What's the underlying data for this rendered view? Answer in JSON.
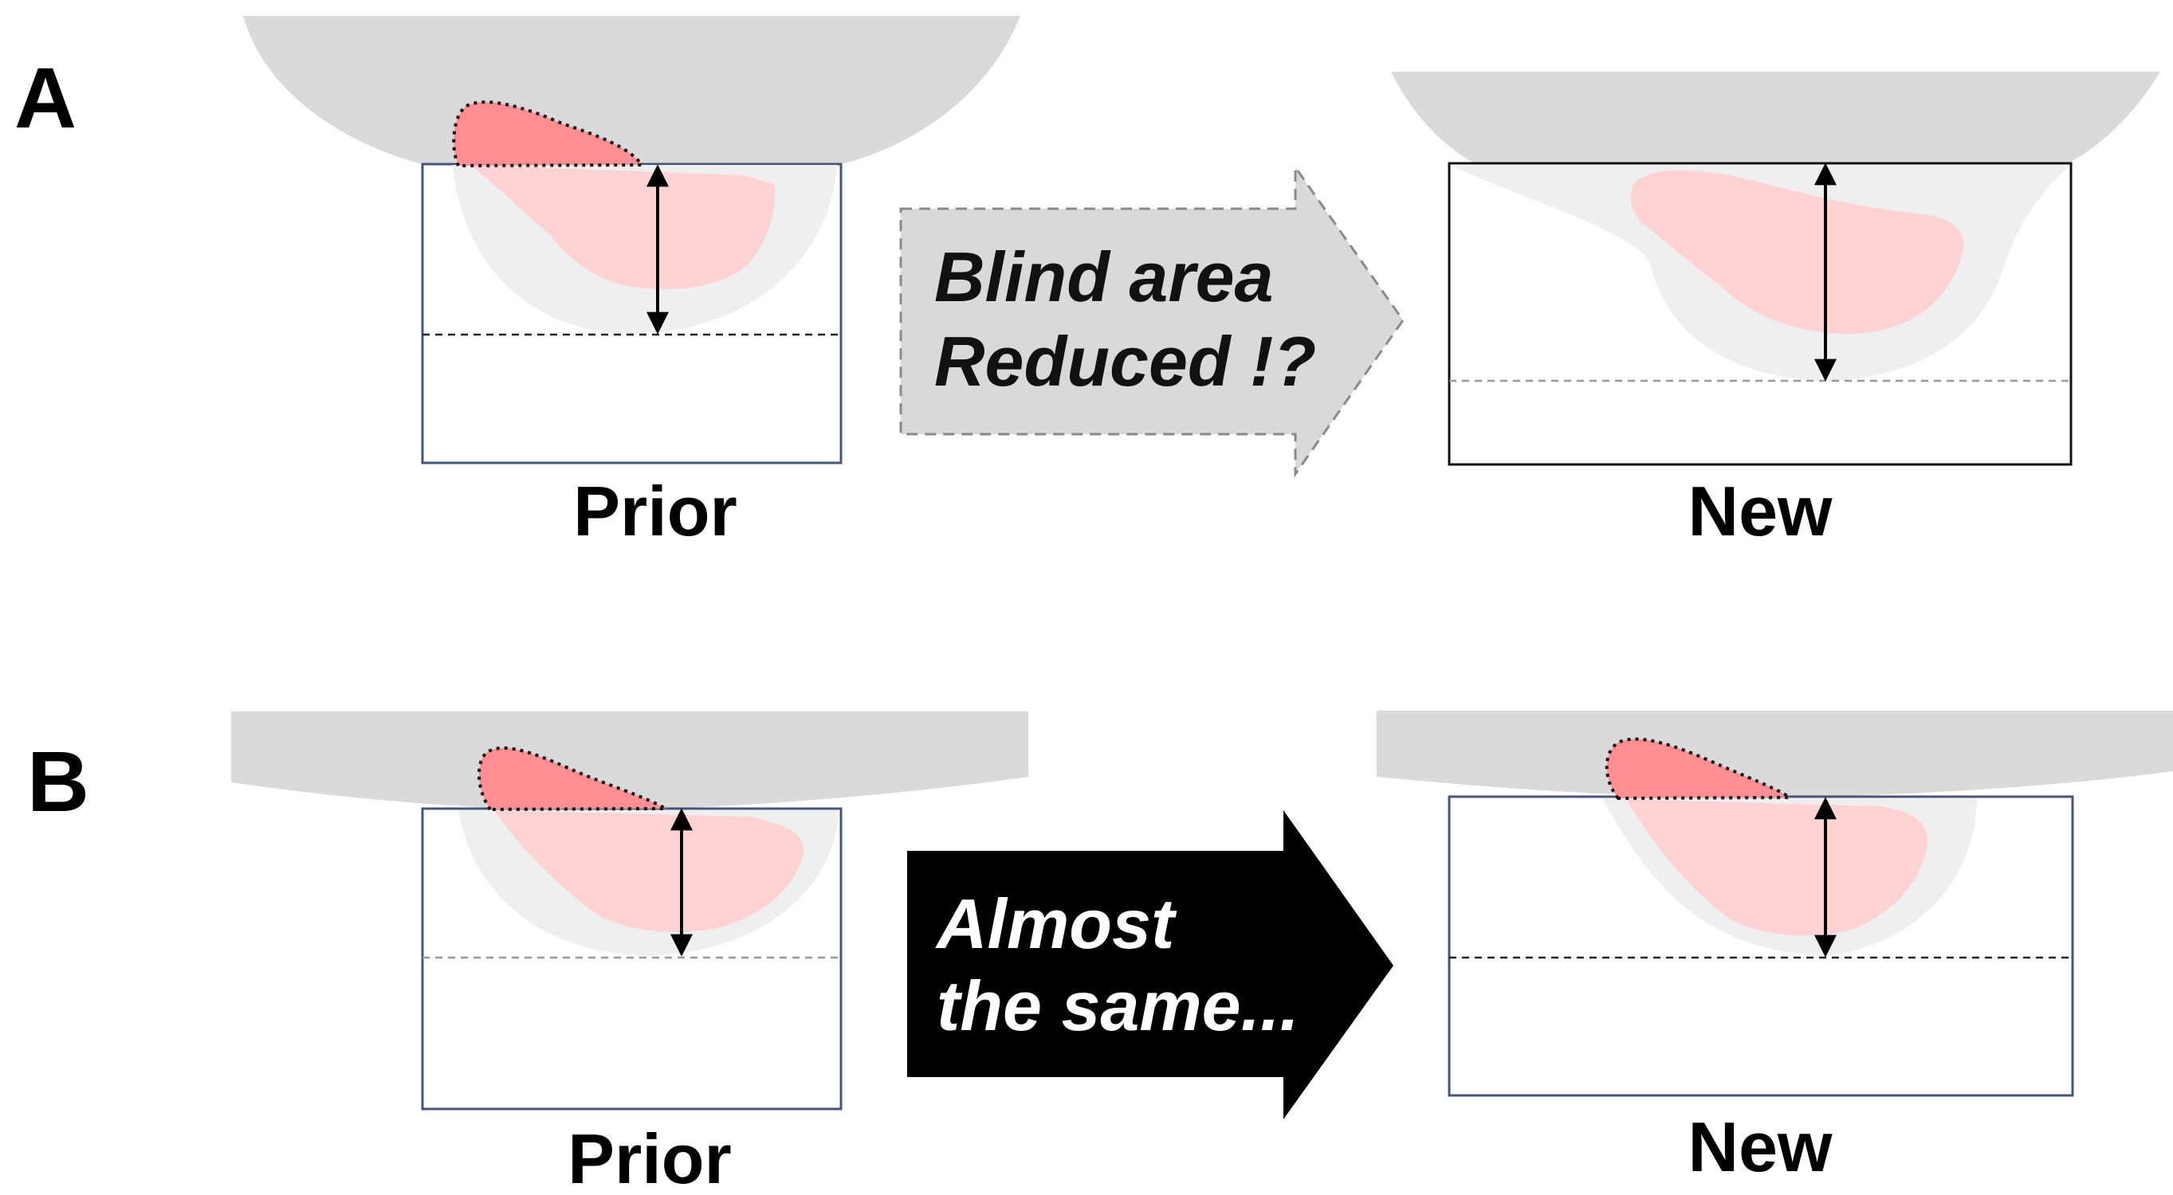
{
  "panels": {
    "a": {
      "letter": "A",
      "prior_caption": "Prior",
      "new_caption": "New",
      "arrow_line1": "Blind area",
      "arrow_line2": "Reduced !?"
    },
    "b": {
      "letter": "B",
      "prior_caption": "Prior",
      "new_caption": "New",
      "arrow_line1": "Almost",
      "arrow_line2": "the same..."
    }
  },
  "colors": {
    "lens_gray": "#dadada",
    "field_gray": "#efefef",
    "lesion_light": "#ffd2d4",
    "lesion_dark": "#ff8f93",
    "arrow_a_fill": "#d9d9d9",
    "arrow_b_fill": "#000000",
    "frame_blue": "#445577"
  }
}
